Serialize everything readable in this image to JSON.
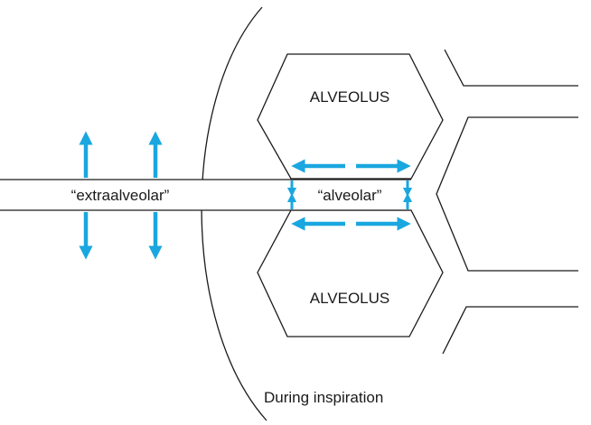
{
  "labels": {
    "alveolus_top": "ALVEOLUS",
    "alveolus_bottom": "ALVEOLUS",
    "extraalveolar": "“extraalveolar”",
    "alveolar": "“alveolar”",
    "caption": "During inspiration"
  },
  "colors": {
    "arrow": "#1aa7e0",
    "line": "#1a1a1a",
    "background": "#ffffff"
  }
}
